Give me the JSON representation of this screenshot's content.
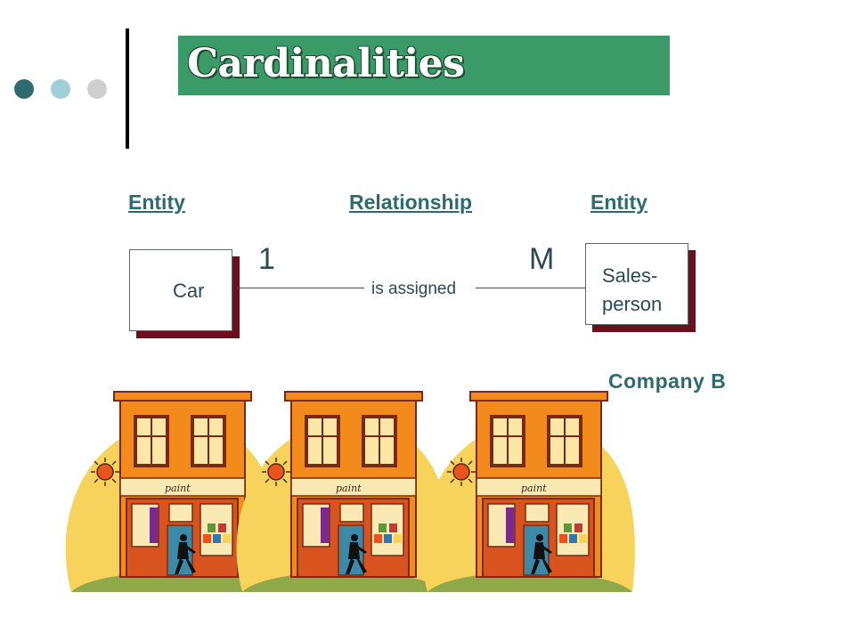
{
  "slide": {
    "title": "Cardinalities",
    "dots": [
      "#2d6b6e",
      "#9fd0d8",
      "#cfcfcf"
    ]
  },
  "diagram": {
    "header_left": "Entity",
    "header_middle": "Relationship",
    "header_right": "Entity",
    "left_entity": "Car",
    "right_entity_line1": "Sales-",
    "right_entity_line2": "person",
    "left_cardinality": "1",
    "right_cardinality": "M",
    "relationship_label": "is assigned"
  },
  "caption": "Company B",
  "clipart": {
    "store_sign": "paint",
    "store_count": 3
  }
}
